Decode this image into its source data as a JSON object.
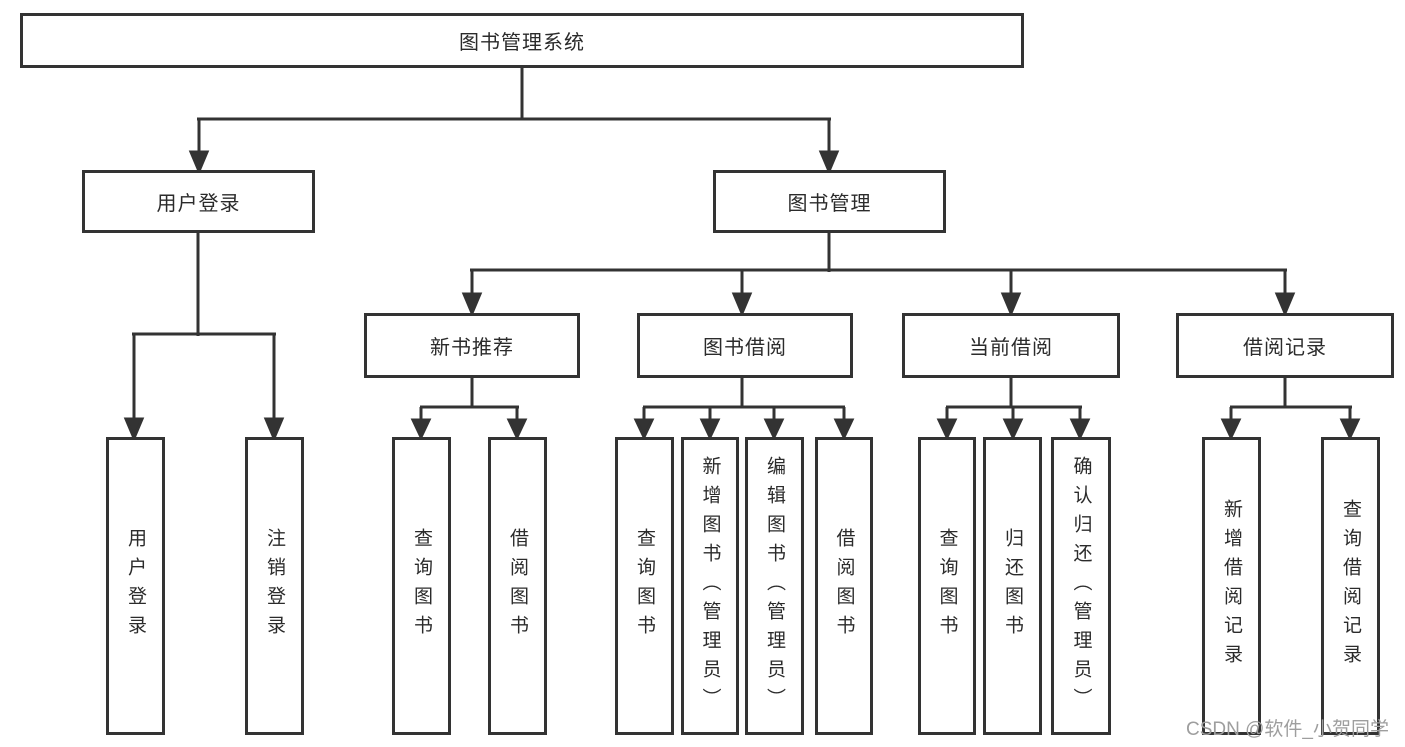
{
  "tree": {
    "label": "图书管理系统",
    "children": [
      {
        "label": "用户登录",
        "children": [
          {
            "label": "用户登录"
          },
          {
            "label": "注销登录"
          }
        ]
      },
      {
        "label": "图书管理",
        "children": [
          {
            "label": "新书推荐",
            "children": [
              {
                "label": "查询图书"
              },
              {
                "label": "借阅图书"
              }
            ]
          },
          {
            "label": "图书借阅",
            "children": [
              {
                "label": "查询图书"
              },
              {
                "label": "新增图书（管理员）"
              },
              {
                "label": "编辑图书（管理员）"
              },
              {
                "label": "借阅图书"
              }
            ]
          },
          {
            "label": "当前借阅",
            "children": [
              {
                "label": "查询图书"
              },
              {
                "label": "归还图书"
              },
              {
                "label": "确认归还（管理员）"
              }
            ]
          },
          {
            "label": "借阅记录",
            "children": [
              {
                "label": "新增借阅记录"
              },
              {
                "label": "查询借阅记录"
              }
            ]
          }
        ]
      }
    ]
  },
  "watermark": {
    "text": "CSDN @软件_小贺同学"
  },
  "colors": {
    "line": "#333333",
    "box_border": "#333333",
    "text": "#2b2b2b",
    "watermark": "#9e9e9e",
    "background": "#ffffff"
  }
}
